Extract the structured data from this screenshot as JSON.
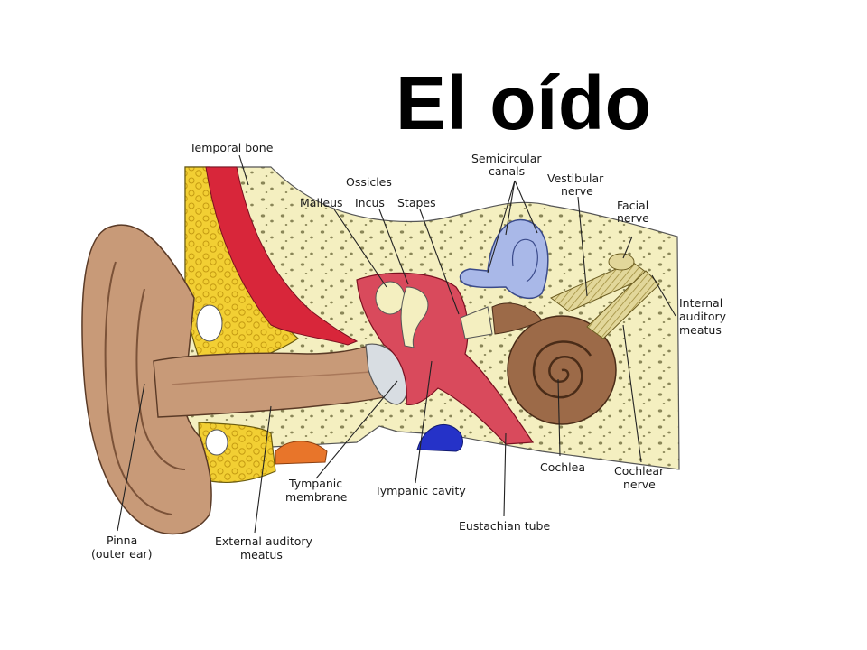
{
  "title": "El oído",
  "labels": {
    "temporal_bone": "Temporal bone",
    "ossicles": "Ossicles",
    "malleus": "Malleus",
    "incus": "Incus",
    "stapes": "Stapes",
    "semicircular_1": "Semicircular",
    "semicircular_2": "canals",
    "vestibular_1": "Vestibular",
    "vestibular_2": "nerve",
    "facial_1": "Facial",
    "facial_2": "nerve",
    "internal_1": "Internal",
    "internal_2": "auditory",
    "internal_3": "meatus",
    "tympanic_membrane_1": "Tympanic",
    "tympanic_membrane_2": "membrane",
    "tympanic_cavity": "Tympanic cavity",
    "cochlea": "Cochlea",
    "cochlear_nerve_1": "Cochlear",
    "cochlear_nerve_2": "nerve",
    "eustachian_tube": "Eustachian tube",
    "pinna_1": "Pinna",
    "pinna_2": "(outer ear)",
    "external_1": "External auditory",
    "external_2": "meatus"
  },
  "colors": {
    "skin": "#c89a78",
    "skin_dark": "#a9785a",
    "bone": "#f4efc0",
    "fat": "#f2cf33",
    "muscle": "#d8263a",
    "cavity": "#d94a5c",
    "canals": "#a9b8e8",
    "cochlea": "#9c6a48",
    "nerve": "#e2d79a",
    "eustachian": "#2532c8",
    "orange": "#e8752a"
  }
}
